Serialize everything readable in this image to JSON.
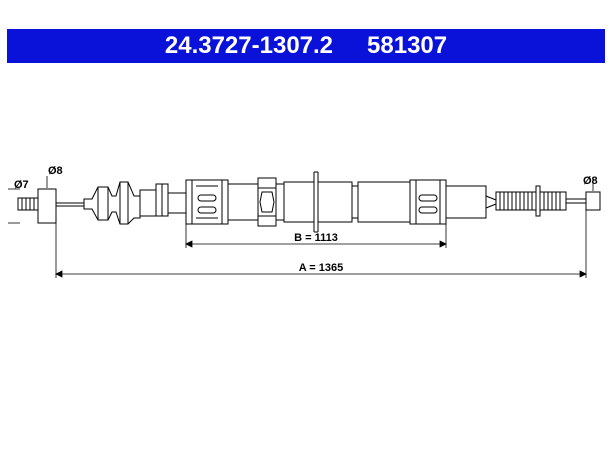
{
  "header": {
    "part_number": "24.3727-1307.2",
    "reference_number": "581307",
    "background_color": "#0a11d9",
    "text_color": "#ffffff"
  },
  "labels": {
    "left_diameter_outer": "Ø8",
    "left_diameter_inner": "Ø7",
    "right_diameter": "Ø8",
    "dimension_b": "B = 1113",
    "dimension_a": "A = 1365"
  }
}
